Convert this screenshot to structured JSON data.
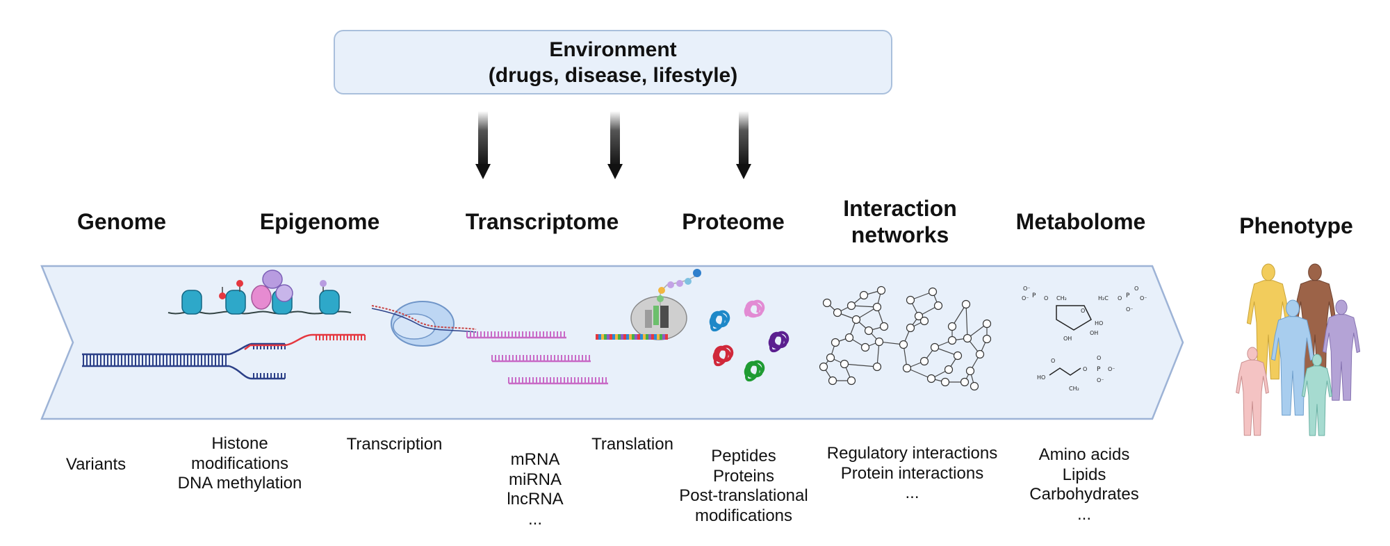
{
  "environment": {
    "line1": "Environment",
    "line2": "(drugs, disease, lifestyle)"
  },
  "headers": {
    "genome": "Genome",
    "epigenome": "Epigenome",
    "transcriptome": "Transcriptome",
    "proteome": "Proteome",
    "interaction_line1": "Interaction",
    "interaction_line2": "networks",
    "metabolome": "Metabolome",
    "phenotype": "Phenotype"
  },
  "labels": {
    "variants": "Variants",
    "epigenome_lines": [
      "Histone",
      "modifications",
      "DNA methylation"
    ],
    "transcription": "Transcription",
    "rna_lines": [
      "mRNA",
      "miRNA",
      "lncRNA",
      "..."
    ],
    "translation": "Translation",
    "protein_lines": [
      "Peptides",
      "Proteins",
      "Post-translational",
      "modifications"
    ],
    "interaction_lines": [
      "Regulatory interactions",
      "Protein interactions",
      "..."
    ],
    "metabolite_lines": [
      "Amino acids",
      "Lipids",
      "Carbohydrates",
      "..."
    ]
  },
  "colors": {
    "band_fill": "#e8f0fa",
    "band_stroke": "#9db3d6",
    "dna_blue": "#2b3f87",
    "dna_red": "#e5373f",
    "rna_pink": "#c86ac6"
  }
}
